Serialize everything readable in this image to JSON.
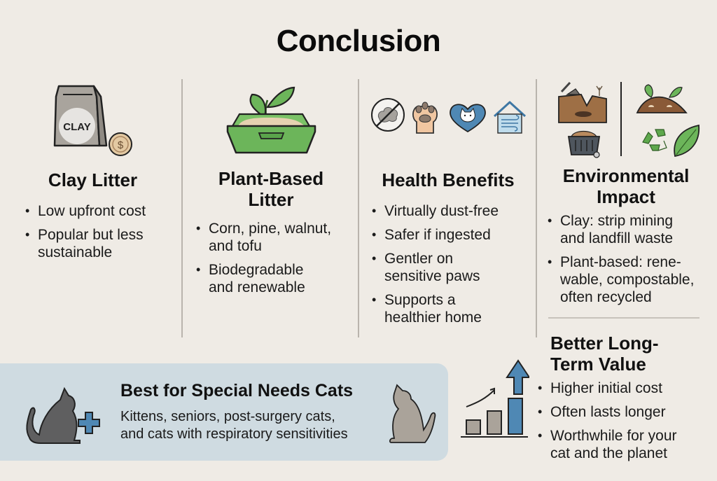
{
  "title": "Conclusion",
  "columns": [
    {
      "id": "clay",
      "heading": "Clay Litter",
      "icon": "clay-bag-with-coin-icon",
      "bag_label": "CLAY",
      "bullets": [
        "Low upfront cost",
        "Popular but less sustainable"
      ]
    },
    {
      "id": "plant",
      "heading_line1": "Plant-Based",
      "heading_line2": "Litter",
      "icon": "green-litter-box-with-sprout-icon",
      "bullets": [
        "Corn, pine, walnut, and tofu",
        "Biodegradable and renewable"
      ]
    },
    {
      "id": "health",
      "heading": "Health Benefits",
      "icons": [
        "no-dust-icon",
        "paw-icon",
        "cat-heart-icon",
        "fresh-air-home-icon"
      ],
      "bullets": [
        "Virtually dust-free",
        "Safer if ingested",
        "Gentler on sensitive paws",
        "Supports a healthier home"
      ]
    },
    {
      "id": "environment",
      "heading_line1": "Environmental",
      "heading_line2": "Impact",
      "icons": [
        "strip-mining-icon",
        "landfill-bin-icon",
        "compost-pile-icon",
        "recycle-icon",
        "leaf-icon"
      ],
      "bullets": [
        "Clay: strip mining and landfill waste",
        "Plant-based: rene-wable, compostable, often recycled"
      ]
    }
  ],
  "special_needs": {
    "title": "Best for Special Needs Cats",
    "text_line1": "Kittens, seniors, post-surgery cats,",
    "text_line2": "and cats with respiratory sensitivities",
    "icons": [
      "cat-with-medical-cross-icon",
      "sitting-cat-icon"
    ]
  },
  "long_term": {
    "heading_line1": "Better Long-",
    "heading_line2": "Term Value",
    "icon": "rising-bar-chart-arrow-icon",
    "bullets": [
      "Higher initial cost",
      "Often lasts longer",
      "Worthwhile for your cat and the planet"
    ]
  },
  "colors": {
    "background": "#efebe5",
    "divider": "#b9b4ad",
    "special_box": "#cfdbe1",
    "accent_blue": "#4f88b4",
    "plant_green": "#6cb55a",
    "clay_gray": "#a9a49d"
  }
}
